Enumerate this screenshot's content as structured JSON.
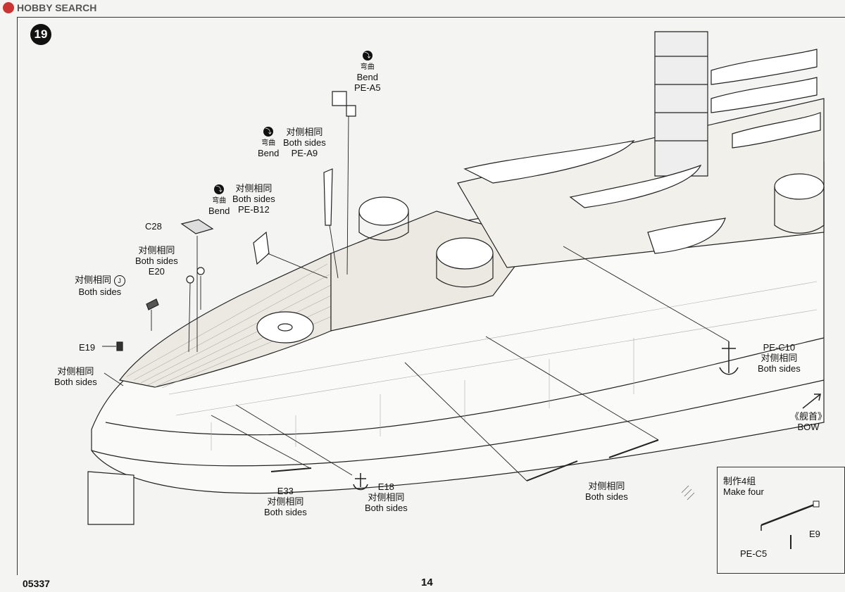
{
  "watermark": {
    "text": "HOBBY SEARCH"
  },
  "step_number": "19",
  "labels": {
    "pe_a5": {
      "cn": "弯曲",
      "en": "Bend",
      "part": "PE-A5"
    },
    "pe_a9": {
      "cn_bend": "弯曲",
      "en_bend": "Bend",
      "cn": "对侧相同",
      "en": "Both sides",
      "part": "PE-A9"
    },
    "pe_b12": {
      "cn_bend": "弯曲",
      "en_bend": "Bend",
      "cn": "对侧相同",
      "en": "Both sides",
      "part": "PE-B12"
    },
    "c28": "C28",
    "e20": {
      "cn": "对侧相同",
      "en": "Both sides",
      "part": "E20"
    },
    "j_part": {
      "cn": "对侧相同",
      "en": "Both sides",
      "icon": "J"
    },
    "e19": "E19",
    "e19_side": {
      "cn": "对侧相同",
      "en": "Both sides"
    },
    "e33": {
      "part": "E33",
      "cn": "对侧相同",
      "en": "Both sides"
    },
    "e18": {
      "part": "E18",
      "cn": "对侧相同",
      "en": "Both sides"
    },
    "booms": {
      "cn": "对侧相同",
      "en": "Both sides"
    },
    "pe_c10": {
      "part": "PE-C10",
      "cn": "对侧相同",
      "en": "Both sides"
    },
    "bow": {
      "cn": "《舰首》",
      "en": "BOW"
    }
  },
  "inset": {
    "cn": "制作4组",
    "en": "Make four",
    "e9": "E9",
    "pe_c5": "PE-C5"
  },
  "footer": {
    "code": "05337",
    "page": "14"
  }
}
